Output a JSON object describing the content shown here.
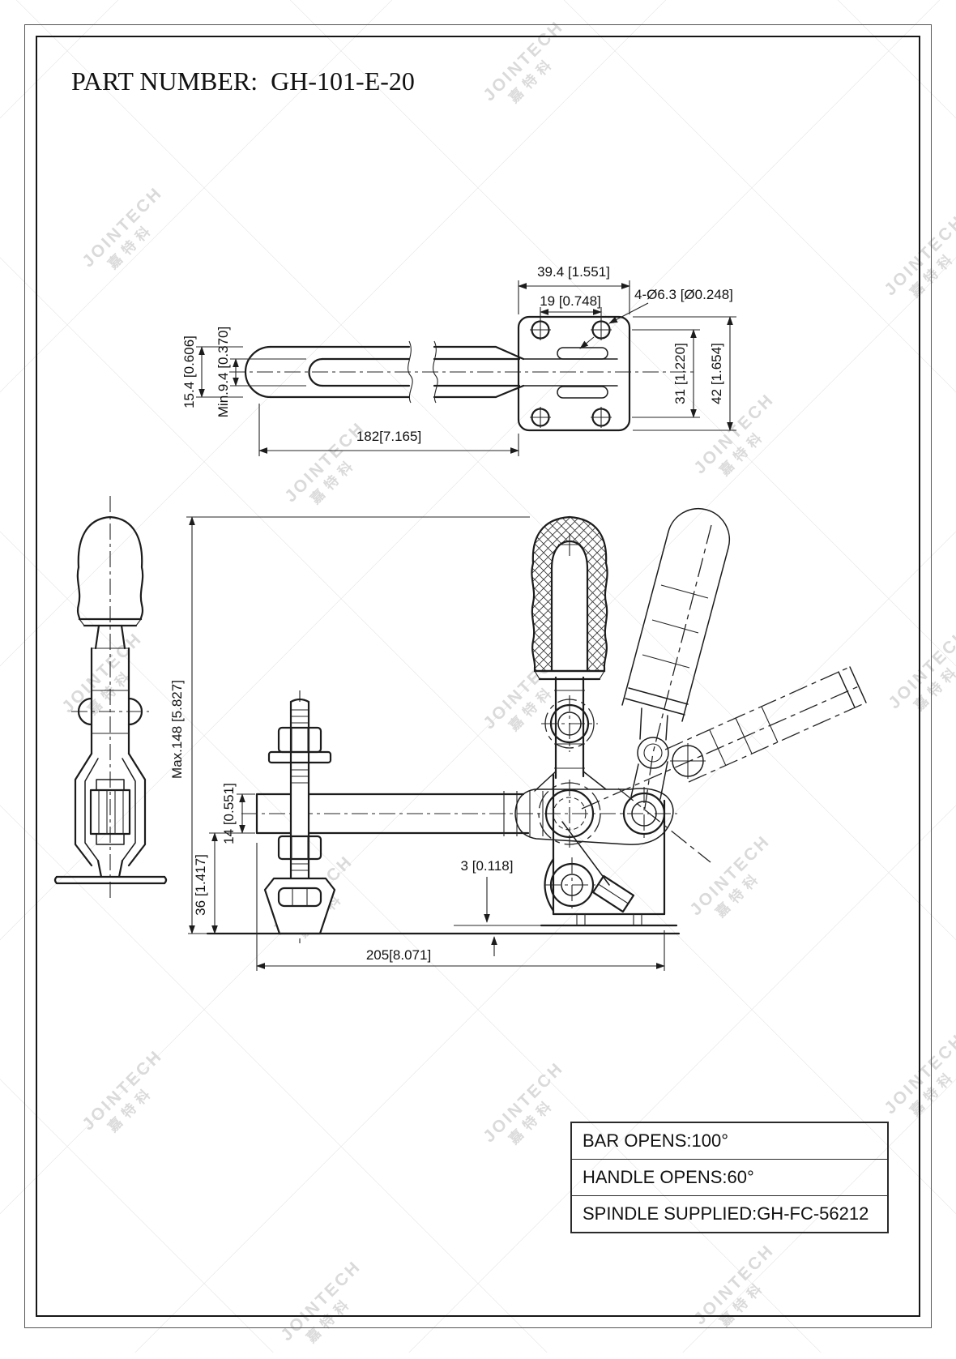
{
  "colors": {
    "line": "#1c1c1c",
    "watermark": "#dadada",
    "background": "#ffffff"
  },
  "title": {
    "text": "PART NUMBER:  GH-101-E-20"
  },
  "watermark": {
    "brand": "JOINTECH",
    "brand_cjk": "嘉特科"
  },
  "views": {
    "top": {
      "dim_plate_width": "39.4 [1.551]",
      "dim_hole_spacing": "19 [0.748]",
      "callout_holes": "4-Ø6.3 [Ø0.248]",
      "dim_bar_width": "15.4 [0.606]",
      "dim_slot_width": "Min.9.4 [0.370]",
      "dim_bar_length": "182[7.165]",
      "dim_hole_pitch": "31 [1.220]",
      "dim_plate_height": "42 [1.654]"
    },
    "front": {
      "dim_max_height": "Max.148 [5.827]",
      "dim_bar_thickness": "14 [0.551]",
      "dim_spindle_reach": "36 [1.417]",
      "dim_foot_offset": "3 [0.118]",
      "dim_overall_length": "205[8.071]"
    }
  },
  "spec_table": {
    "rows": [
      "BAR OPENS:100°",
      "HANDLE OPENS:60°",
      "SPINDLE SUPPLIED:GH-FC-56212"
    ]
  }
}
